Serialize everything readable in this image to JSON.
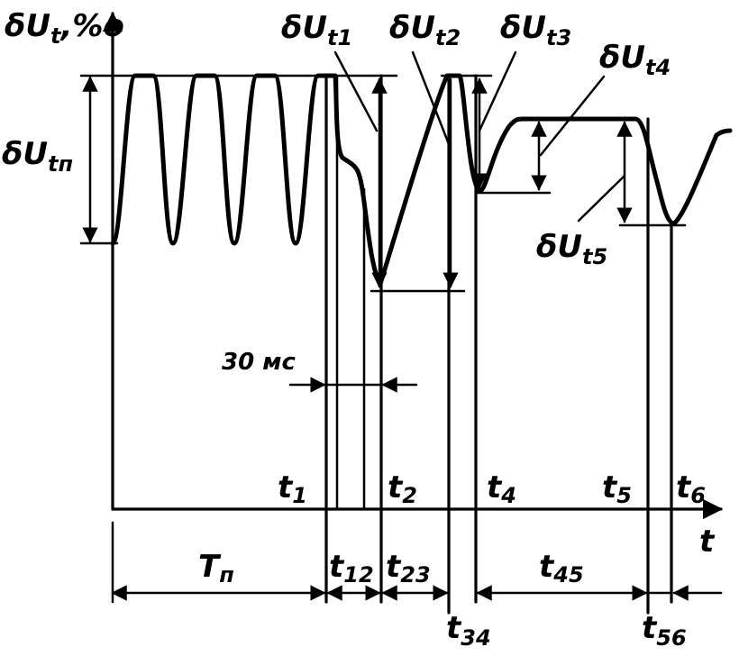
{
  "figure": {
    "y_axis_label": {
      "base": "δU",
      "sub": "t",
      "suffix": ",%"
    },
    "x_axis_label": "t",
    "amplitude_label": {
      "base": "δU",
      "sub": "tп"
    },
    "dip_labels": [
      {
        "base": "δU",
        "sub": "t1"
      },
      {
        "base": "δU",
        "sub": "t2"
      },
      {
        "base": "δU",
        "sub": "t3"
      },
      {
        "base": "δU",
        "sub": "t4"
      },
      {
        "base": "δU",
        "sub": "t5"
      }
    ],
    "time_points": [
      {
        "base": "t",
        "sub": "1"
      },
      {
        "base": "t",
        "sub": "2"
      },
      {
        "base": "t",
        "sub": "4"
      },
      {
        "base": "t",
        "sub": "5"
      },
      {
        "base": "t",
        "sub": "6"
      }
    ],
    "interval_labels": [
      {
        "base": "T",
        "sub": "п"
      },
      {
        "base": "t",
        "sub": "12"
      },
      {
        "base": "t",
        "sub": "23"
      },
      {
        "base": "t",
        "sub": "34"
      },
      {
        "base": "t",
        "sub": "45"
      },
      {
        "base": "t",
        "sub": "56"
      }
    ],
    "duration_label": "30 мс"
  }
}
